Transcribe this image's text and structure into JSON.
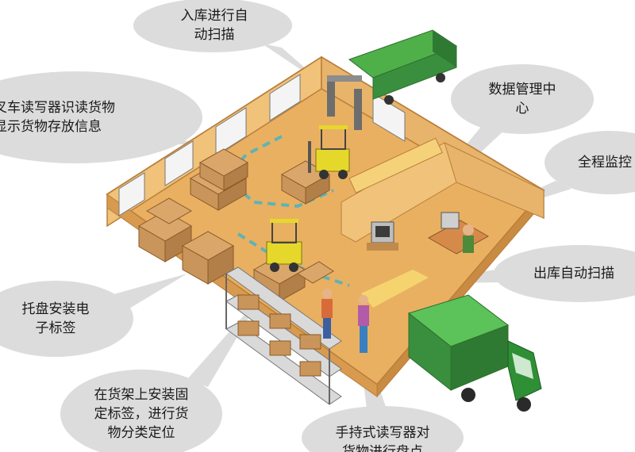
{
  "callouts": {
    "inbound_scan": "入库进行自\n动扫描",
    "forklift_reader": "叉车读写器识读货物\n显示货物存放信息",
    "data_center": "数据管理中\n心",
    "monitoring": "全程监控",
    "outbound_scan": "出库自动扫描",
    "pallet_tag": "托盘安装电\n子标签",
    "shelf_tag": "在货架上安装固\n定标签，进行货\n物分类定位",
    "handheld_reader": "手持式读写器对\n货物进行盘点"
  },
  "colors": {
    "bubble": "#dcdcdc",
    "floor": "#e9b062",
    "wall": "#f0c27a",
    "truck": "#3a8f3e",
    "forklift": "#e6d82a",
    "box": "#c9955a",
    "path_dash": "#5fb3b3"
  }
}
